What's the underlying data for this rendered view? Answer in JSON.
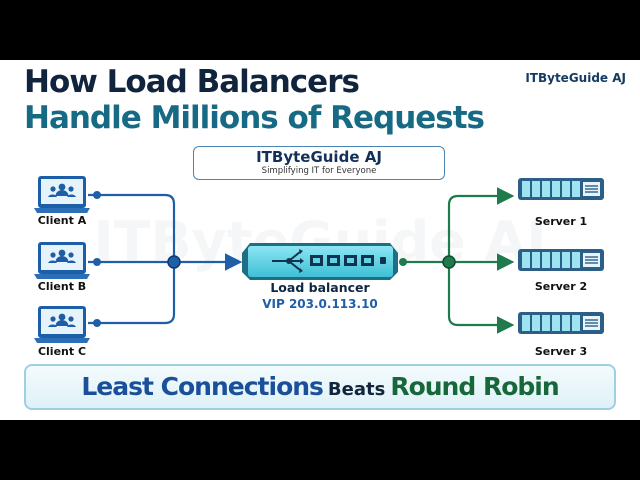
{
  "header": {
    "title_line_1": "How Load Balancers",
    "title_line_2": "Handle Millions of Requests",
    "brand": "ITByteGuide AJ"
  },
  "brand_box": {
    "title": "ITByteGuide AJ",
    "subtitle": "Simplifying IT for Everyone"
  },
  "watermark": "ITByteGuide AJ",
  "clients": [
    {
      "label": "Client A",
      "icon": "laptop-users-icon"
    },
    {
      "label": "Client B",
      "icon": "laptop-users-icon"
    },
    {
      "label": "Client C",
      "icon": "laptop-users-icon"
    }
  ],
  "load_balancer": {
    "label": "Load balancer",
    "vip": "VIP 203.0.113.10",
    "icon": "load-balancer-appliance-icon"
  },
  "servers": [
    {
      "label": "Server 1",
      "icon": "server-rack-icon"
    },
    {
      "label": "Server 2",
      "icon": "server-rack-icon"
    },
    {
      "label": "Server 3",
      "icon": "server-rack-icon"
    }
  ],
  "banner": {
    "part_1": "Least Connections",
    "part_2": "Beats",
    "part_3": "Round Robin"
  },
  "colors": {
    "title_dark": "#10253d",
    "title_teal": "#176a84",
    "client_links": "#1e5fa8",
    "server_links": "#1f7a4c",
    "banner_blue": "#1a4f9a",
    "banner_green": "#16683a",
    "appliance": "#62d3e6"
  }
}
